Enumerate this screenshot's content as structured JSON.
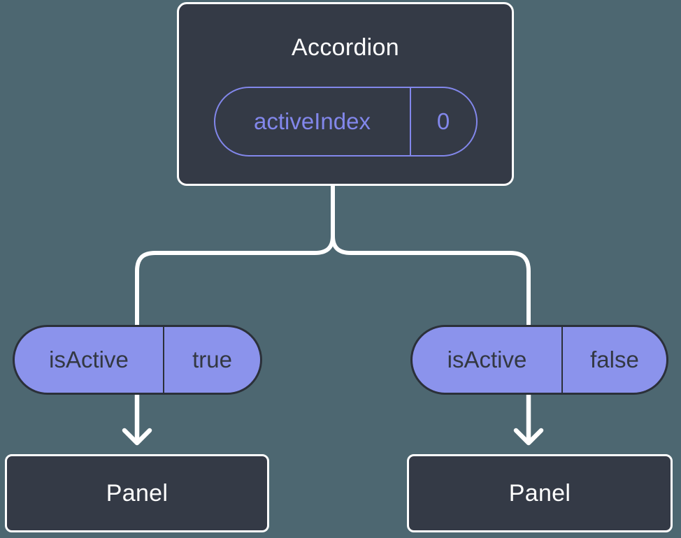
{
  "palette": {
    "background": "#4d6771",
    "node_fill": "#343a46",
    "node_border": "#ffffff",
    "connector": "#ffffff",
    "accent_outline": "#8287eb",
    "accent_fill": "#8b93ec",
    "accent_dark_border": "#2b3039",
    "accent_dark_text": "#333842",
    "node_text": "#ffffff"
  },
  "tree": {
    "root": {
      "title": "Accordion",
      "prop": {
        "name": "activeIndex",
        "value": "0"
      }
    },
    "children": [
      {
        "prop": {
          "name": "isActive",
          "value": "true"
        },
        "node": "Panel"
      },
      {
        "prop": {
          "name": "isActive",
          "value": "false"
        },
        "node": "Panel"
      }
    ]
  }
}
